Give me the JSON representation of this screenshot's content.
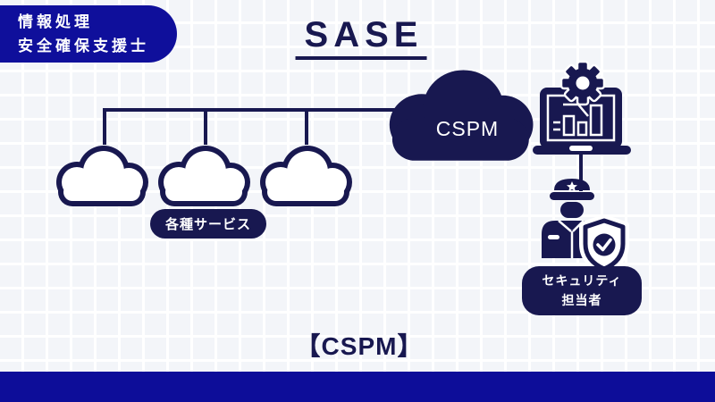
{
  "page": {
    "title": "SASE",
    "bottom_caption": "【CSPM】"
  },
  "header_badge": {
    "line1": "情報処理",
    "line2": "安全確保支援士"
  },
  "diagram": {
    "main_cloud_label": "CSPM",
    "services_label": "各種サービス",
    "person_label_line1": "セキュリティ",
    "person_label_line2": "担当者",
    "icons": [
      "service-cloud-icon (x3, outlined)",
      "cspm-cloud-icon (filled)",
      "monitoring-laptop-icon",
      "gear-icon",
      "security-officer-icon",
      "shield-check-icon"
    ]
  },
  "colors": {
    "dark_navy": "#181850",
    "bright_navy": "#0f0f9b",
    "footer_navy": "#0d0d99",
    "background_grid": "#f3f5f9",
    "white": "#ffffff"
  }
}
